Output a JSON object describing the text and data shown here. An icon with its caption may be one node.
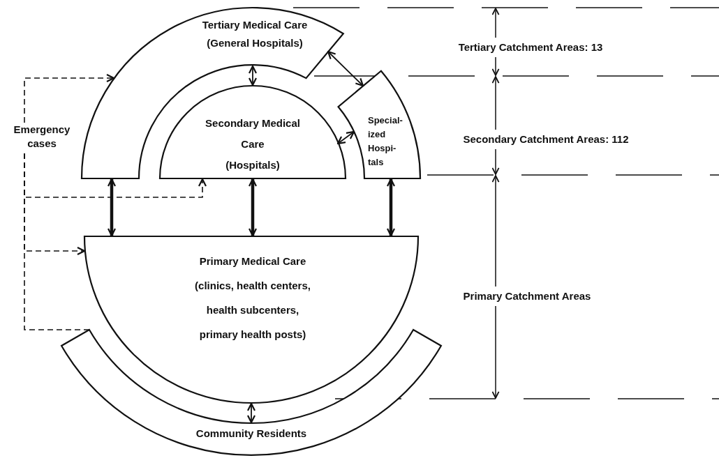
{
  "diagram": {
    "nodes": [
      {
        "text": [
          "Tertiary Medical Care",
          "(General Hospitals)"
        ]
      },
      {
        "text": [
          "Secondary Medical Care",
          "(Hospitals)"
        ]
      },
      {
        "text": [
          "Special- ized Hospi- tals"
        ]
      },
      {
        "text": [
          "Primary Medical Care",
          "(clinics, health centers, health subcenters, primary health posts)"
        ]
      },
      {
        "text": [
          "Community Residents"
        ]
      },
      {
        "text": [
          "Emergency cases"
        ]
      }
    ],
    "edges": [
      {
        "from": 0,
        "to": 1,
        "arrow": "both"
      },
      {
        "from": 0,
        "to": 2,
        "arrow": "both"
      },
      {
        "from": 1,
        "to": 2,
        "arrow": "both"
      },
      {
        "from": 0,
        "to": 3,
        "arrow": "both",
        "style": "thick"
      },
      {
        "from": 1,
        "to": 3,
        "arrow": "both",
        "style": "thick"
      },
      {
        "from": 2,
        "to": 3,
        "arrow": "both",
        "style": "thick"
      },
      {
        "from": 3,
        "to": 4,
        "arrow": "both"
      },
      {
        "from": 4,
        "to": 5,
        "arrow": "none",
        "style": "dashed"
      },
      {
        "from": 5,
        "to": 0,
        "arrow": "to",
        "style": "dashed"
      },
      {
        "from": 5,
        "to": 1,
        "arrow": "to",
        "style": "dashed"
      },
      {
        "from": 5,
        "to": 3,
        "arrow": "to",
        "style": "dashed"
      }
    ],
    "labels": [
      "Tertiary Catchment Areas: 13",
      "Secondary Catchment Areas: 112",
      "Primary Catchment Areas"
    ]
  }
}
